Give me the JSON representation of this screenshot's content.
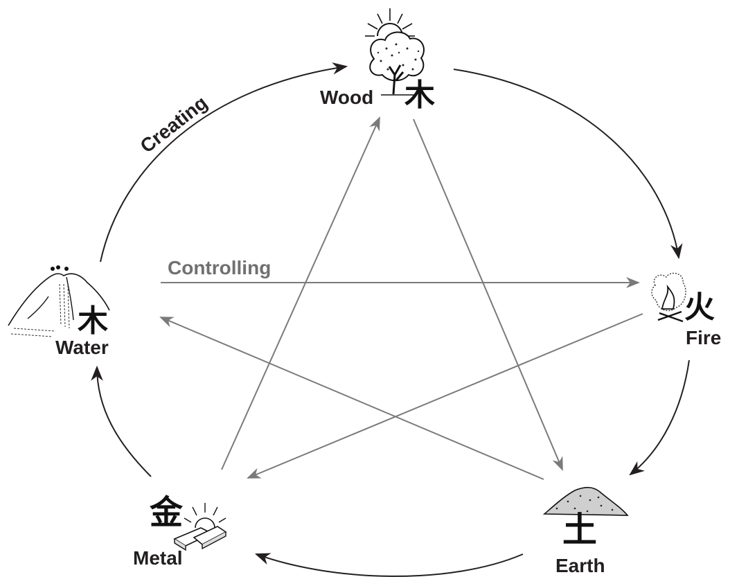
{
  "labels": {
    "creating": "Creating",
    "controlling": "Controlling"
  },
  "elements": {
    "wood": {
      "name": "Wood",
      "char": "木"
    },
    "fire": {
      "name": "Fire",
      "char": "火"
    },
    "earth": {
      "name": "Earth",
      "char": "土"
    },
    "metal": {
      "name": "Metal",
      "char": "金"
    },
    "water": {
      "name": "Water",
      "char": "木"
    }
  },
  "colors": {
    "creating_arrow": "#231f20",
    "controlling_arrow": "#7a7a7a",
    "text": "#231f20"
  }
}
